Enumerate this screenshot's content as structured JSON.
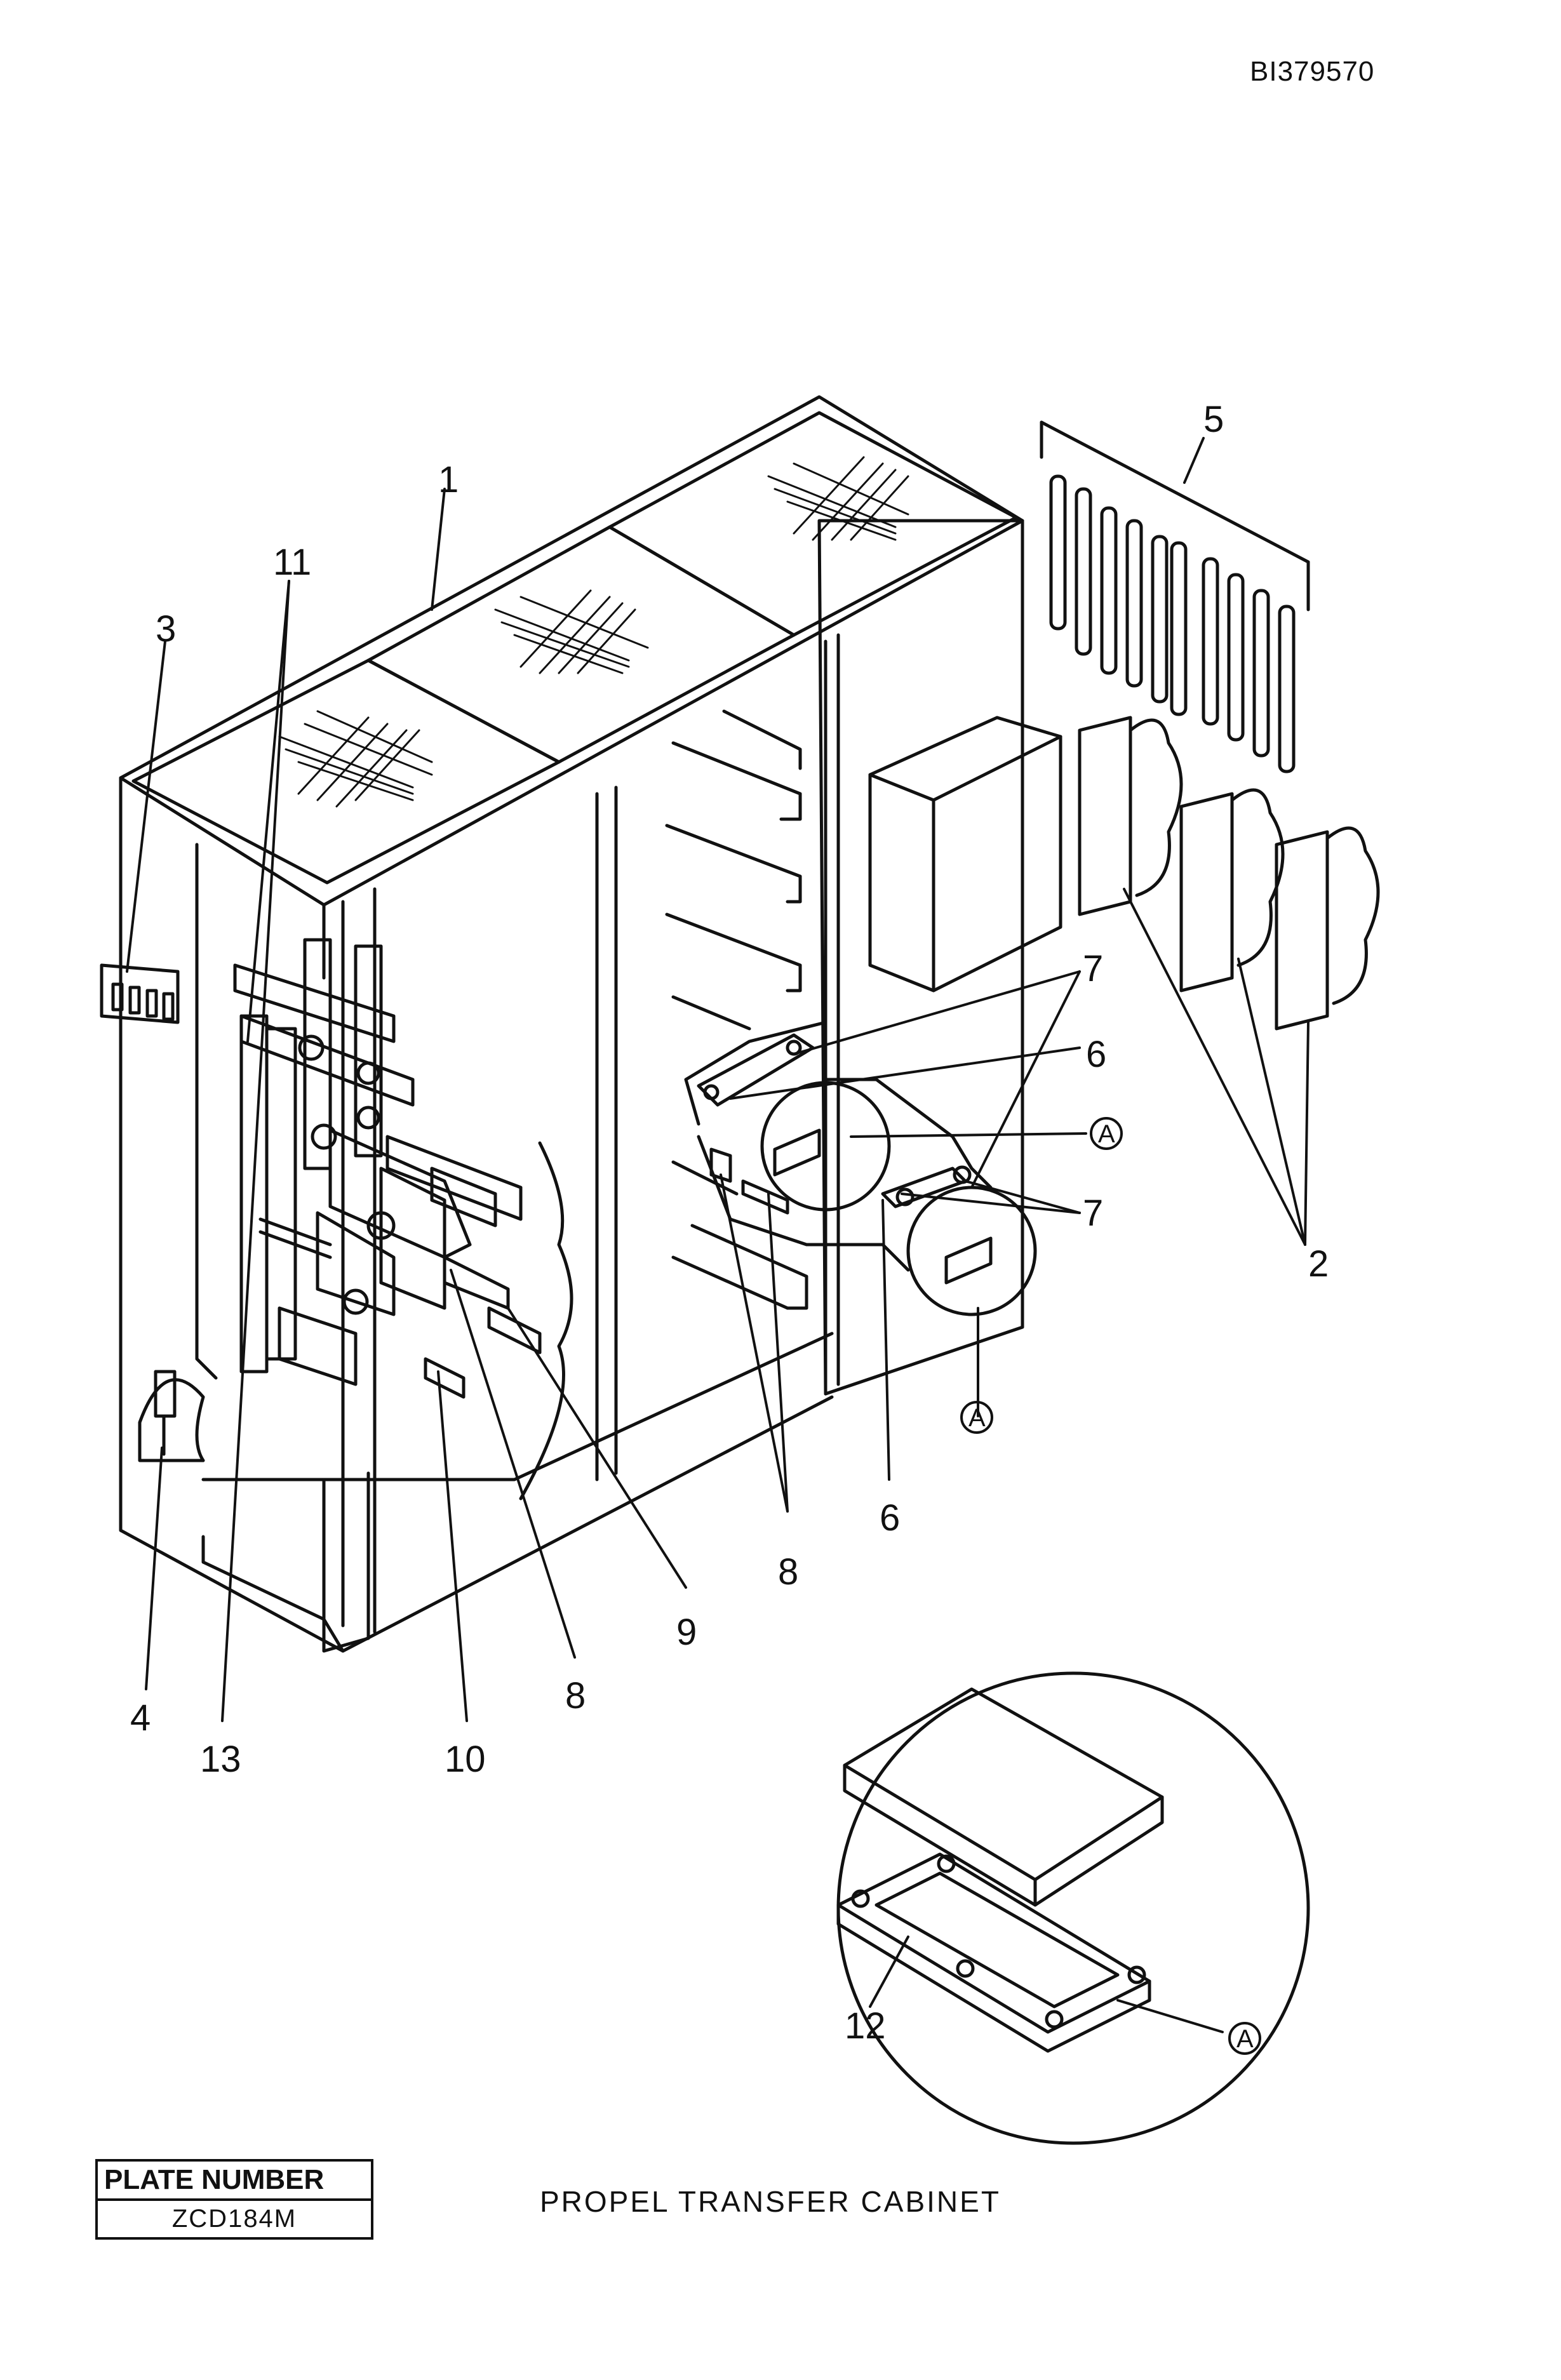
{
  "header": {
    "doc_id": "BI379570"
  },
  "plate": {
    "label": "PLATE NUMBER",
    "number": "ZCD184M"
  },
  "title": "PROPEL TRANSFER CABINET",
  "callouts": {
    "c1": "1",
    "c2": "2",
    "c3": "3",
    "c4": "4",
    "c5": "5",
    "c6a": "6",
    "c6b": "6",
    "c7a": "7",
    "c7b": "7",
    "c8a": "8",
    "c8b": "8",
    "c9": "9",
    "c10": "10",
    "c11": "11",
    "c12": "12",
    "c13": "13",
    "ca1": "A",
    "ca2": "A",
    "ca3": "A"
  },
  "colors": {
    "ink": "#111111",
    "paper": "#ffffff"
  }
}
